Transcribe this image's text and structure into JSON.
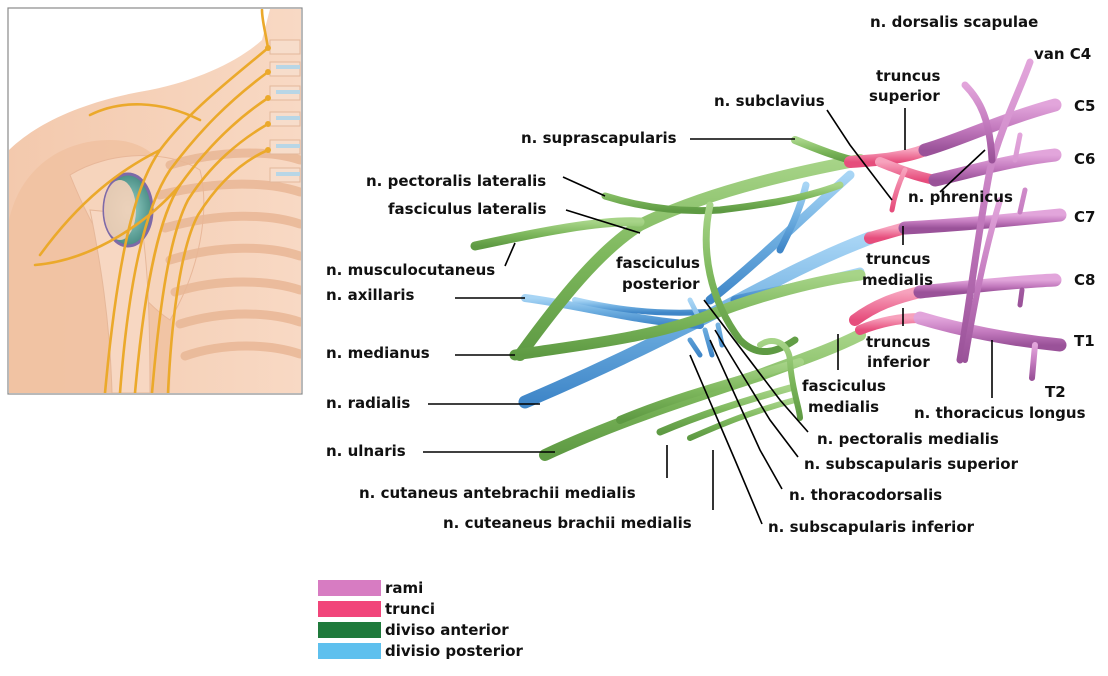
{
  "labels": {
    "n_dorsalis_scapulae": "n. dorsalis scapulae",
    "van_c4": "van C4",
    "c5": "C5",
    "c6": "C6",
    "c7": "C7",
    "c8": "C8",
    "t1": "T1",
    "t2": "T2",
    "truncus": "truncus",
    "superior": "superior",
    "medialis": "medialis",
    "inferior": "inferior",
    "n_subclavius": "n. subclavius",
    "n_suprascapularis": "n. suprascapularis",
    "n_phrenicus": "n. phrenicus",
    "n_pectoralis_lateralis": "n. pectoralis lateralis",
    "fasciculus_lateralis": "fasciculus lateralis",
    "n_musculocutaneus": "n. musculocutaneus",
    "fasciculus": "fasciculus",
    "posterior": "posterior",
    "n_axillaris": "n. axillaris",
    "n_medianus": "n. medianus",
    "n_radialis": "n. radialis",
    "n_ulnaris": "n. ulnaris",
    "fasciculus_medialis_1": "fasciculus",
    "fasciculus_medialis_2": "medialis",
    "n_thoracicus_longus": "n. thoracicus longus",
    "n_pectoralis_medialis": "n. pectoralis medialis",
    "n_subscapularis_superior": "n. subscapularis superior",
    "n_thoracodorsalis": "n. thoracodorsalis",
    "n_subscapularis_inferior": "n. subscapularis inferior",
    "n_cutaneus_antebrachii_medialis": "n. cutaneus antebrachii medialis",
    "n_cuteaneus_brachii_medialis": "n. cuteaneus brachii medialis"
  },
  "legend": [
    {
      "label": "rami",
      "color": "#d77cc2"
    },
    {
      "label": "trunci",
      "color": "#f1457a"
    },
    {
      "label": "diviso anterior",
      "color": "#1f7a3c"
    },
    {
      "label": "divisio posterior",
      "color": "#5ec0ee"
    }
  ],
  "colors": {
    "rami": "#c77bc4",
    "trunci": "#ef5d86",
    "anterior": "#86bd66",
    "posterior": "#6fb0e0",
    "skin": "#f5cdb1",
    "nerve": "#eba92b"
  }
}
